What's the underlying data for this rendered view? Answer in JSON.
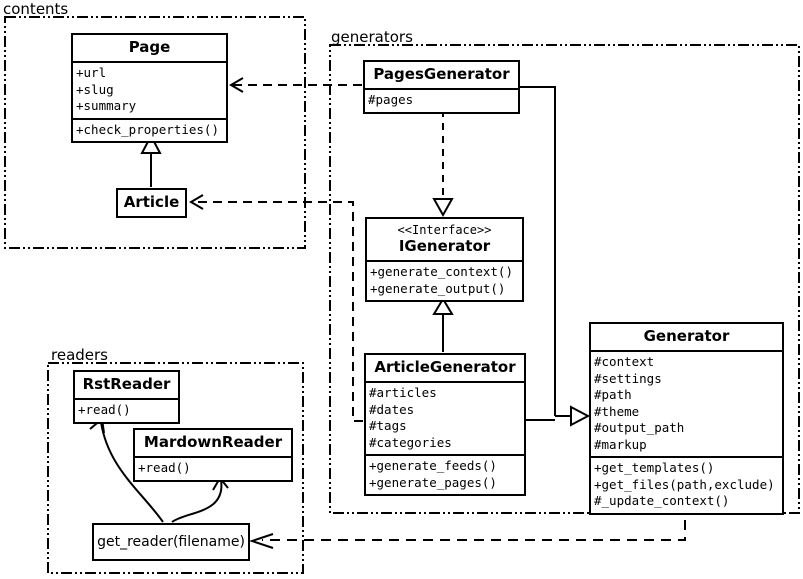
{
  "packages": {
    "contents": {
      "label": "contents"
    },
    "generators": {
      "label": "generators"
    },
    "readers": {
      "label": "readers"
    }
  },
  "classes": {
    "page": {
      "name": "Page",
      "attributes": [
        "+url",
        "+slug",
        "+summary"
      ],
      "methods": [
        "+check_properties()"
      ]
    },
    "article": {
      "name": "Article"
    },
    "pages_generator": {
      "name": "PagesGenerator",
      "attributes": [
        "#pages"
      ]
    },
    "igenerator": {
      "stereotype": "<<Interface>>",
      "name": "IGenerator",
      "methods": [
        "+generate_context()",
        "+generate_output()"
      ]
    },
    "article_generator": {
      "name": "ArticleGenerator",
      "attributes": [
        "#articles",
        "#dates",
        "#tags",
        "#categories"
      ],
      "methods": [
        "+generate_feeds()",
        "+generate_pages()"
      ]
    },
    "generator": {
      "name": "Generator",
      "attributes": [
        "#context",
        "#settings",
        "#path",
        "#theme",
        "#output_path",
        "#markup"
      ],
      "methods": [
        "+get_templates()",
        "+get_files(path,exclude)",
        "#_update_context()"
      ]
    },
    "rst_reader": {
      "name": "RstReader",
      "methods": [
        "+read()"
      ]
    },
    "mardown_reader": {
      "name": "MardownReader",
      "methods": [
        "+read()"
      ]
    },
    "get_reader": {
      "label": "get_reader(filename)"
    }
  },
  "relationships": [
    {
      "from": "Article",
      "to": "Page",
      "type": "inheritance",
      "style": "solid"
    },
    {
      "from": "PagesGenerator",
      "to": "Page",
      "type": "dependency",
      "style": "dashed"
    },
    {
      "from": "ArticleGenerator",
      "to": "Article",
      "type": "dependency",
      "style": "dashed"
    },
    {
      "from": "PagesGenerator",
      "to": "IGenerator",
      "type": "realization",
      "style": "dashed"
    },
    {
      "from": "ArticleGenerator",
      "to": "IGenerator",
      "type": "inheritance",
      "style": "solid"
    },
    {
      "from": "PagesGenerator",
      "to": "Generator",
      "type": "inheritance",
      "style": "solid"
    },
    {
      "from": "ArticleGenerator",
      "to": "Generator",
      "type": "inheritance",
      "style": "solid"
    },
    {
      "from": "Generator",
      "to": "get_reader(filename)",
      "type": "dependency",
      "style": "dashed"
    },
    {
      "from": "get_reader(filename)",
      "to": "RstReader",
      "type": "call-arrow",
      "style": "solid-curve"
    },
    {
      "from": "get_reader(filename)",
      "to": "MardownReader",
      "type": "call-arrow",
      "style": "solid-curve"
    }
  ],
  "colors": {
    "line": "#000000",
    "background": "#ffffff",
    "box_fill": "#ffffff"
  }
}
